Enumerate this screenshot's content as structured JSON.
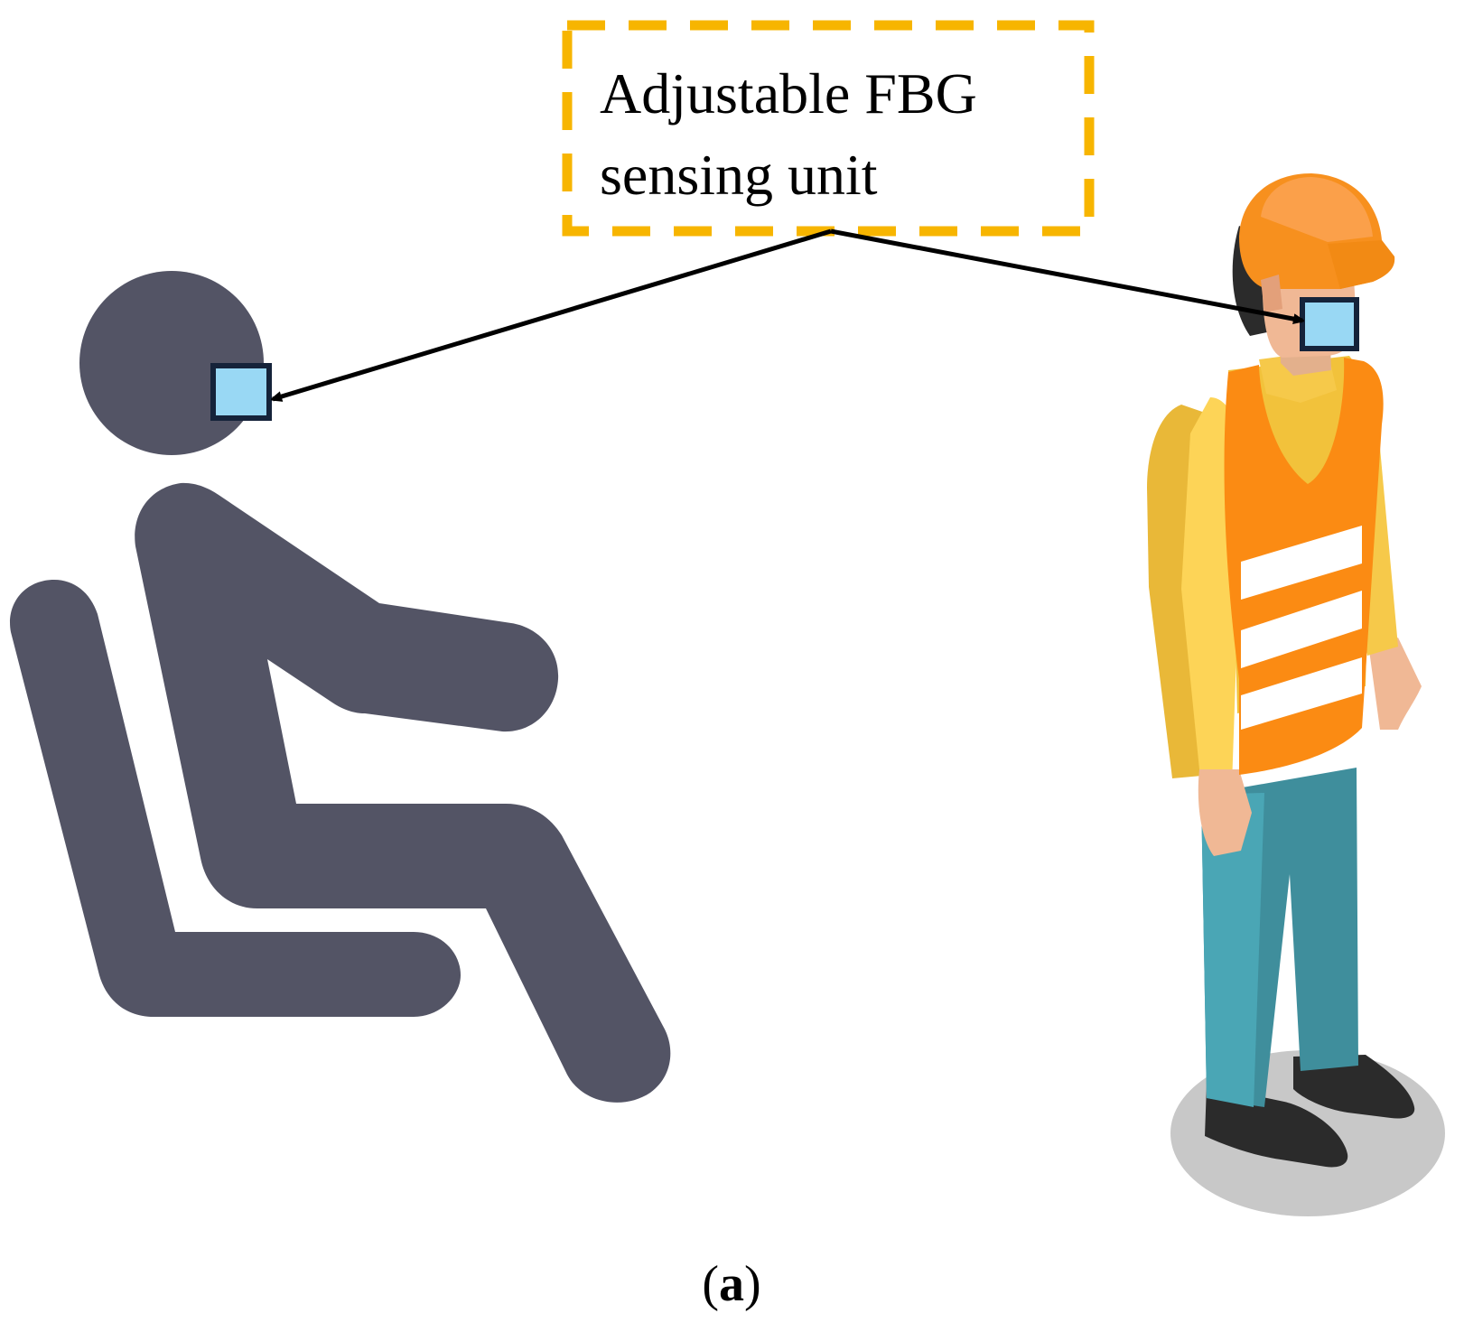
{
  "annotation": {
    "line1": "Adjustable FBG",
    "line2": "sensing unit"
  },
  "caption": {
    "open": "(",
    "letter": "a",
    "close": ")"
  },
  "colors": {
    "seated_figure": "#535465",
    "sensor_fill": "#99d8f4",
    "sensor_border": "#15233a",
    "callout_border": "#f7b500",
    "hardhat": "#f7901e",
    "vest": "#fb8b13",
    "shirt": "#f6c94a",
    "pants": "#3f8e9c",
    "skin": "#f0b895",
    "shadow": "#c8c8c8",
    "boots": "#2b2b2b"
  },
  "icons": {
    "seated_person": "seated-person-icon",
    "worker": "construction-worker-icon",
    "sensor": "sensor-square-icon"
  }
}
